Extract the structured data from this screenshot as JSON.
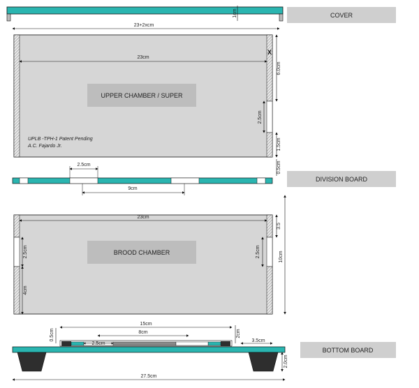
{
  "colors": {
    "teal": "#2ab5b0",
    "chamber": "#d6d6d6",
    "label_bg": "#cfcfcf",
    "dark": "#2e2e2e",
    "line": "#111111"
  },
  "cover": {
    "label": "COVER",
    "dim_1cm": "1cm",
    "dim_overall": "23+2xcm"
  },
  "upper": {
    "label": "UPPER CHAMBER / SUPER",
    "dim_23": "23cm",
    "dim_6": "6.0cm",
    "dim_25": "2.5cm",
    "dim_15": "1.5cm",
    "x_mark": "X",
    "note_line1": "UPLB -TPH-1 Patent Pending",
    "note_line2": "A.C. Fajardo Jr."
  },
  "division": {
    "label": "DIVISION BOARD",
    "dim_05": "0.5cm",
    "dim_25": "2.5cm",
    "dim_9": "9cm"
  },
  "brood": {
    "label": "BROOD CHAMBER",
    "dim_23": "23cm",
    "dim_35": "3.5",
    "dim_10": "10cm",
    "dim_25_left": "2.5cm",
    "dim_4": "4cm",
    "dim_25_right": "2.5cm"
  },
  "bottom": {
    "label": "BOTTOM BOARD",
    "dim_15": "15cm",
    "dim_8": "8cm",
    "dim_05": "0.5cm",
    "dim_25": "2.5cm",
    "dim_2": "2cm",
    "dim_35": "3.5cm",
    "dim_20": "2.0cm",
    "dim_275": "27.5cm"
  }
}
